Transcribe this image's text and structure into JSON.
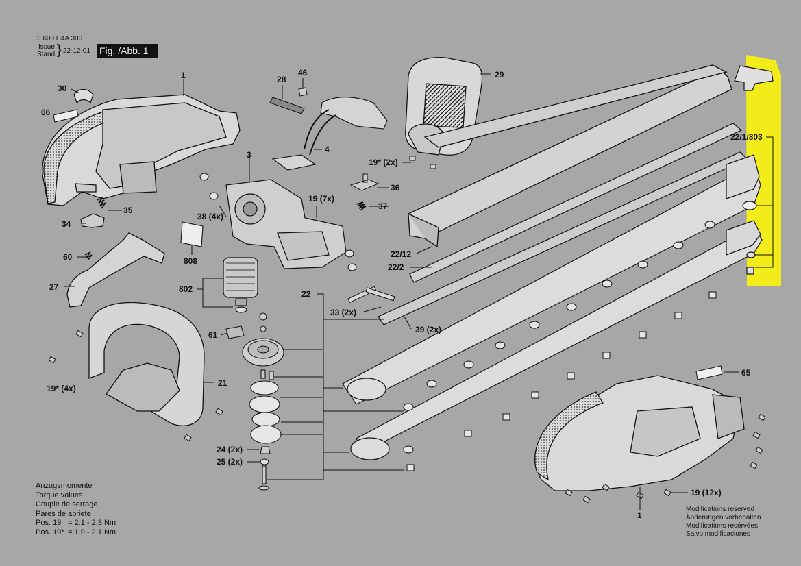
{
  "header": {
    "doc_number": "3 600 H4A 300",
    "issue_label": "Issue",
    "stand_label": "Stand",
    "date": "22-12-01",
    "figure": "Fig. /Abb. 1"
  },
  "callouts": [
    {
      "id": "1-top",
      "label": "1"
    },
    {
      "id": "30",
      "label": "30"
    },
    {
      "id": "66",
      "label": "66"
    },
    {
      "id": "28",
      "label": "28"
    },
    {
      "id": "46",
      "label": "46"
    },
    {
      "id": "4",
      "label": "4"
    },
    {
      "id": "3",
      "label": "3"
    },
    {
      "id": "29",
      "label": "29"
    },
    {
      "id": "19-2x-top",
      "label": "19* (2x)"
    },
    {
      "id": "36",
      "label": "36"
    },
    {
      "id": "37",
      "label": "37"
    },
    {
      "id": "19-7x",
      "label": "19 (7x)"
    },
    {
      "id": "35",
      "label": "35"
    },
    {
      "id": "38",
      "label": "38 (4x)"
    },
    {
      "id": "34",
      "label": "34"
    },
    {
      "id": "808",
      "label": "808"
    },
    {
      "id": "60",
      "label": "60"
    },
    {
      "id": "22-12",
      "label": "22/12"
    },
    {
      "id": "22-2",
      "label": "22/2"
    },
    {
      "id": "27",
      "label": "27"
    },
    {
      "id": "802",
      "label": "802"
    },
    {
      "id": "22",
      "label": "22"
    },
    {
      "id": "33",
      "label": "33 (2x)"
    },
    {
      "id": "39",
      "label": "39 (2x)"
    },
    {
      "id": "61",
      "label": "61"
    },
    {
      "id": "21",
      "label": "21"
    },
    {
      "id": "19-4x",
      "label": "19* (4x)"
    },
    {
      "id": "24",
      "label": "24 (2x)"
    },
    {
      "id": "25",
      "label": "25 (2x)"
    },
    {
      "id": "22-1-803",
      "label": "22/1/803"
    },
    {
      "id": "65",
      "label": "65"
    },
    {
      "id": "19-12x",
      "label": "19 (12x)"
    },
    {
      "id": "1-bottom",
      "label": "1"
    }
  ],
  "torque": {
    "lines": [
      "Anzugsmomente",
      "Torque values",
      "Couple de serrage",
      "Pares de apriete"
    ],
    "pos19_label": "Pos. 19",
    "pos19_value": "= 2.1 - 2.3 Nm",
    "pos19s_label": "Pos. 19*",
    "pos19s_value": "= 1.9 - 2.1 Nm"
  },
  "modifications": [
    "Modifications reserved",
    "Änderungen vorbehalten",
    "Modifications resérvées",
    "Salvo modificaciones"
  ],
  "colors": {
    "background": "#a7a7a7",
    "highlight": "#f2ec1a",
    "ink": "#111111",
    "part_fill": "#d9d9d9"
  }
}
